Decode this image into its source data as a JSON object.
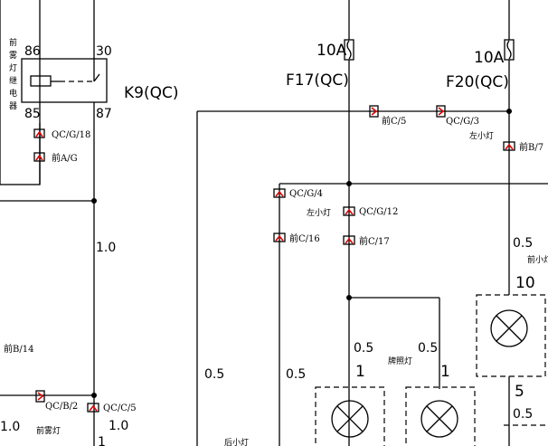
{
  "relay": {
    "label": "K9(QC)",
    "pins": {
      "p86": "86",
      "p30": "30",
      "p85": "85",
      "p87": "87"
    },
    "name_chars": [
      "前",
      "雾",
      "灯",
      "继",
      "电",
      "器"
    ]
  },
  "fuses": [
    {
      "rating": "10A",
      "name": "F17(QC)"
    },
    {
      "rating": "10A",
      "name": "F20(QC)"
    }
  ],
  "connectors": {
    "c1": "QC/G/18",
    "c2": "前A/G",
    "c3": "前C/5",
    "c4": "QC/G/3",
    "c5": "前B/7",
    "c6": "QC/G/4",
    "c7": "QC/G/12",
    "c8": "前C/16",
    "c9": "前C/17",
    "c10": "前B/14",
    "c11": "QC/B/2",
    "c12": "QC/C/5"
  },
  "labels": {
    "left_small_lamp_1": "左小灯",
    "left_small_lamp_2": "左小灯",
    "front_small_lamp": "前小灯",
    "plate_lamp": "牌照灯",
    "fog_lamp": "前雾灯",
    "rear_small_lamp": "后小灯"
  },
  "wires": {
    "w_1_0_a": "1.0",
    "w_0_5_a": "0.5",
    "w_0_5_b": "0.5",
    "w_0_5_c": "0.5",
    "w_0_5_d": "0.5",
    "w_0_5_e": "0.5",
    "w_0_5_f": "0.5",
    "w_1_0_b": "1.0",
    "w_1_0_c": "1.0",
    "pin_10": "10",
    "pin_1a": "1",
    "pin_1b": "1",
    "pin_5": "5",
    "pin_1c": "1"
  }
}
